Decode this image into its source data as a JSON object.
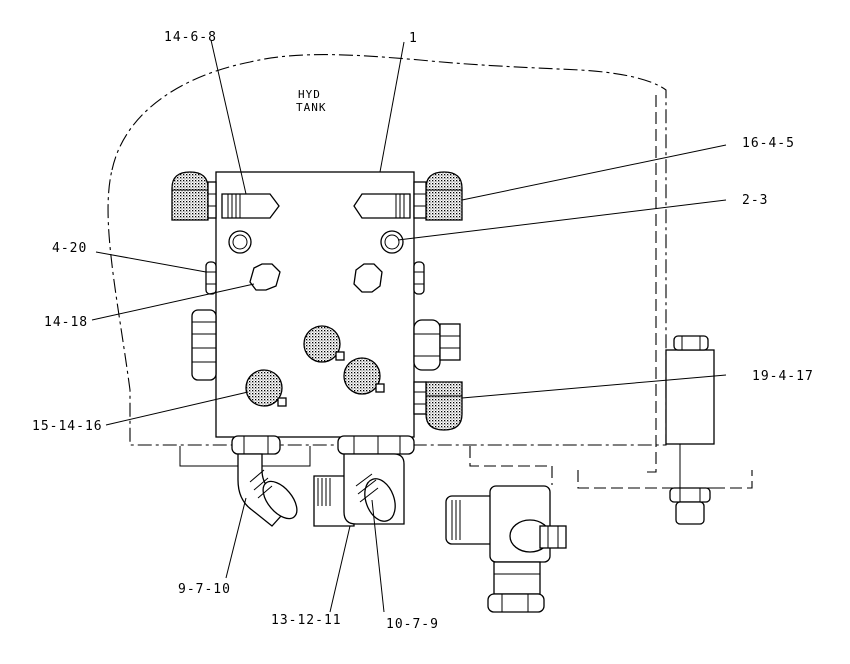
{
  "diagram": {
    "tank_label_line1": "HYD",
    "tank_label_line2": "TANK",
    "callouts": {
      "c_14_6_8": "14-6-8",
      "c_1": "1",
      "c_16_4_5": "16-4-5",
      "c_2_3": "2-3",
      "c_4_20": "4-20",
      "c_14_18": "14-18",
      "c_19_4_17": "19-4-17",
      "c_15_14_16": "15-14-16",
      "c_9_7_10": "9-7-10",
      "c_13_12_11": "13-12-11",
      "c_10_7_9": "10-7-9"
    }
  }
}
